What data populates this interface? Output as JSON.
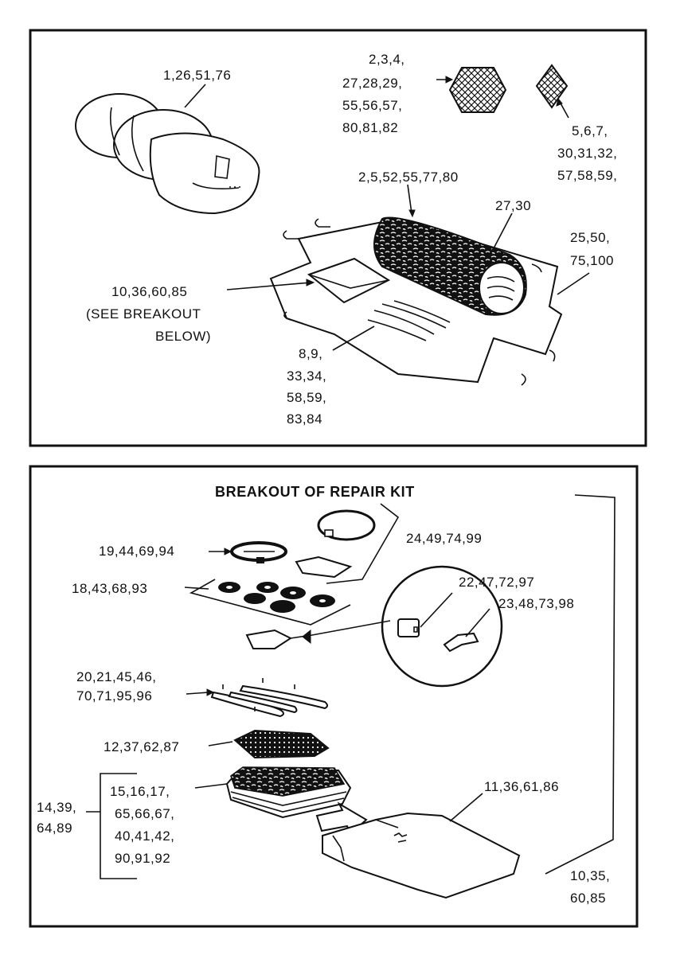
{
  "top_panel": {
    "callouts": {
      "bundle": "1,26,51,76",
      "hex_patch": [
        "2,3,4,",
        "27,28,29,",
        "55,56,57,",
        "80,81,82"
      ],
      "diamond_patch": [
        "5,6,7,",
        "30,31,32,",
        "57,58,59,"
      ],
      "rolled_item": "2,5,52,55,77,80",
      "roll_strap": "27,30",
      "pad": [
        "25,50,",
        "75,100"
      ],
      "repair_kit": [
        "10,36,60,85",
        "(SEE BREAKOUT",
        "BELOW)"
      ],
      "stakes": [
        "8,9,",
        "33,34,",
        "58,59,",
        "83,84"
      ]
    }
  },
  "bottom_panel": {
    "title": "BREAKOUT OF REPAIR KIT",
    "callouts": {
      "clamp_and_patch": "24,49,74,99",
      "ring": "19,44,69,94",
      "washers": "18,43,68,93",
      "valve_block": "22,47,72,97",
      "clip": "23,48,73,98",
      "pins": [
        "20,21,45,46,",
        "70,71,95,96"
      ],
      "mesh": "12,37,62,87",
      "sheets_left": [
        "14,39,",
        "64,89"
      ],
      "sheets_right": [
        "15,16,17,",
        "65,66,67,",
        "40,41,42,",
        "90,91,92"
      ],
      "bag": "11,36,61,86",
      "kit_total": [
        "10,35,",
        "60,85"
      ]
    }
  }
}
